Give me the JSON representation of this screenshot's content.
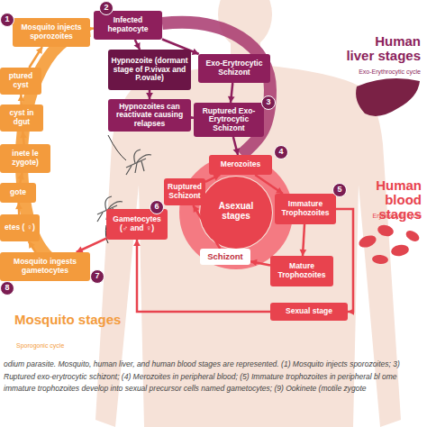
{
  "diagram": {
    "caption": "odium parasite. Mosquito, human liver, and human blood stages are represented. (1) Mosquito injects sporozoites; 3) Ruptured exo-erytrocytic schizont; (4) Merozoites in peripheral blood; (5) Immature trophozoites in peripheral bl ome immature trophozoites develop into sexual precursor cells named gametocytes; (9) Ookinete (motile zygote",
    "nodes": [
      {
        "text": [
          "Mosquito injects sporozoites"
        ]
      },
      {
        "text": [
          "Infected hepatocyte"
        ]
      },
      {
        "text": [
          "Hypnozoite (dormant stage of P.vivax and P.ovale)"
        ]
      },
      {
        "text": [
          "Exo-Erytrocytic Schizont"
        ]
      },
      {
        "text": [
          "Hypnozoites can reactivate causing relapses"
        ]
      },
      {
        "text": [
          "Ruptured Exo-Erytrocytic Schizont"
        ]
      },
      {
        "text": [
          "ptured cyst"
        ]
      },
      {
        "text": [
          "cyst in dgut"
        ]
      },
      {
        "text": [
          "inete le zygote)"
        ]
      },
      {
        "text": [
          "Merozoites"
        ]
      },
      {
        "text": [
          "gote"
        ]
      },
      {
        "text": [
          "Ruptured Schizont"
        ]
      },
      {
        "text": [
          "Immature Trophozoites"
        ]
      },
      {
        "text": [
          "Gametocytes (♂ and ♀)"
        ]
      },
      {
        "text": [
          "etes ( ♀)"
        ]
      },
      {
        "text": [
          "Schizont"
        ]
      },
      {
        "text": [
          "Mosquito ingests gametocytes"
        ]
      },
      {
        "text": [
          "Mature Trophozoites"
        ]
      },
      {
        "text": [
          "Sexual stage"
        ]
      }
    ],
    "edges": [
      {
        "from": 0,
        "to": 1,
        "arrow": "to"
      },
      {
        "from": 1,
        "to": 3,
        "arrow": "to"
      },
      {
        "from": 1,
        "to": 2,
        "arrow": "to"
      },
      {
        "from": 2,
        "to": 4,
        "arrow": "to"
      },
      {
        "from": 4,
        "to": 5,
        "arrow": "to"
      },
      {
        "from": 3,
        "to": 5,
        "arrow": "to"
      },
      {
        "from": 5,
        "to": 9,
        "arrow": "to"
      },
      {
        "from": 9,
        "to": 12,
        "arrow": "to"
      },
      {
        "from": 12,
        "to": 17,
        "arrow": "to"
      },
      {
        "from": 17,
        "to": 15,
        "arrow": "to"
      },
      {
        "from": 15,
        "to": 11,
        "arrow": "to"
      },
      {
        "from": 11,
        "to": 9,
        "arrow": "to"
      },
      {
        "from": 12,
        "to": 18,
        "arrow": "to"
      },
      {
        "from": 18,
        "to": 13,
        "arrow": "to"
      },
      {
        "from": 13,
        "to": 16,
        "arrow": "to"
      },
      {
        "from": 16,
        "to": 14,
        "arrow": "to"
      },
      {
        "from": 14,
        "to": 10,
        "arrow": "to"
      },
      {
        "from": 10,
        "to": 8,
        "arrow": "to"
      },
      {
        "from": 8,
        "to": 7,
        "arrow": "to"
      },
      {
        "from": 7,
        "to": 6,
        "arrow": "to"
      },
      {
        "from": 6,
        "to": 0,
        "arrow": "to"
      }
    ],
    "labels": [
      "1",
      "2",
      "3",
      "4",
      "5",
      "6",
      "7",
      "8",
      "Human liver stages",
      "Exo-Erythrocytic cycle",
      "Human blood stages",
      "Erythrocytic cycle",
      "Asexual stages",
      "Mosquito stages",
      "Sporogonic cycle"
    ]
  }
}
